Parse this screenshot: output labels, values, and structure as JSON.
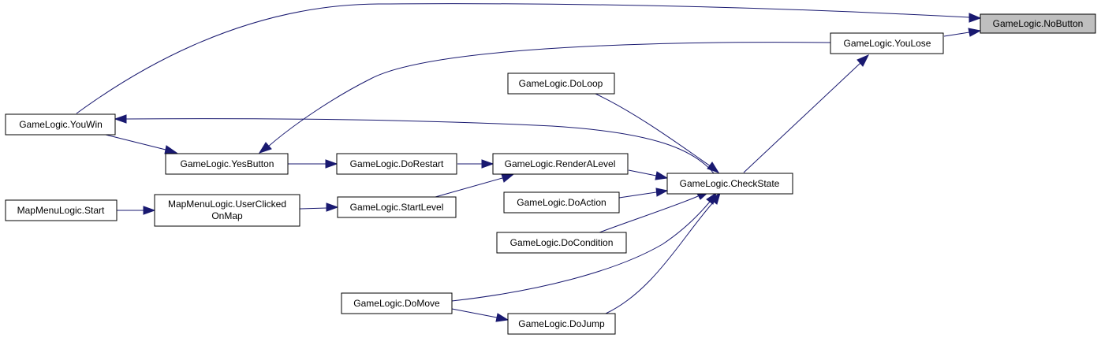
{
  "graph": {
    "colors": {
      "edge": "#191970",
      "node_border": "#000000",
      "node_fill": "#ffffff",
      "highlight_fill": "#bfbfbf",
      "text": "#000000"
    },
    "nodes": {
      "nobutton": {
        "label": "GameLogic.NoButton",
        "highlight": true
      },
      "youlose": {
        "label": "GameLogic.YouLose"
      },
      "doloop": {
        "label": "GameLogic.DoLoop"
      },
      "youwin": {
        "label": "GameLogic.YouWin"
      },
      "yesbutton": {
        "label": "GameLogic.YesButton"
      },
      "dorestart": {
        "label": "GameLogic.DoRestart"
      },
      "renderalevel": {
        "label": "GameLogic.RenderALevel"
      },
      "checkstate": {
        "label": "GameLogic.CheckState"
      },
      "mapstart": {
        "label": "MapMenuLogic.Start"
      },
      "userclicked": {
        "label_line1": "MapMenuLogic.UserClicked",
        "label_line2": "OnMap"
      },
      "startlevel": {
        "label": "GameLogic.StartLevel"
      },
      "doaction": {
        "label": "GameLogic.DoAction"
      },
      "docondition": {
        "label": "GameLogic.DoCondition"
      },
      "domove": {
        "label": "GameLogic.DoMove"
      },
      "dojump": {
        "label": "GameLogic.DoJump"
      }
    }
  }
}
